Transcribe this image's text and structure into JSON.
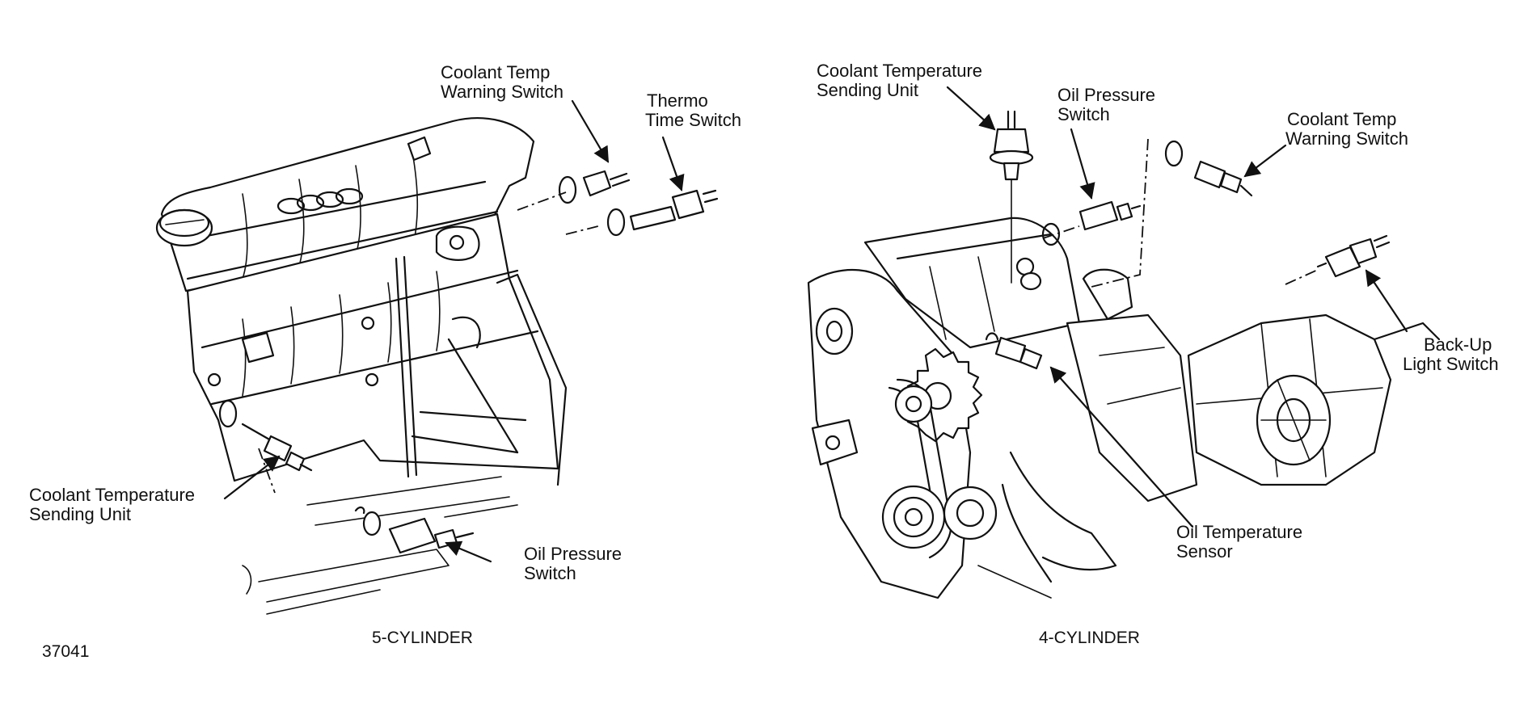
{
  "figure_id": "37041",
  "diagrams": [
    {
      "caption": "5-CYLINDER",
      "labels": [
        {
          "key": "coolant_temp_warning_switch",
          "lines": [
            "Coolant Temp",
            "Warning Switch"
          ]
        },
        {
          "key": "thermo_time_switch",
          "lines": [
            "Thermo",
            "Time Switch"
          ]
        },
        {
          "key": "coolant_temperature_sending_unit",
          "lines": [
            "Coolant Temperature",
            "Sending Unit"
          ]
        },
        {
          "key": "oil_pressure_switch",
          "lines": [
            "Oil Pressure",
            "Switch"
          ]
        }
      ]
    },
    {
      "caption": "4-CYLINDER",
      "labels": [
        {
          "key": "coolant_temperature_sending_unit",
          "lines": [
            "Coolant Temperature",
            "Sending Unit"
          ]
        },
        {
          "key": "oil_pressure_switch",
          "lines": [
            "Oil Pressure",
            "Switch"
          ]
        },
        {
          "key": "coolant_temp_warning_switch",
          "lines": [
            "Coolant Temp",
            "Warning Switch"
          ]
        },
        {
          "key": "back_up_light_switch",
          "lines": [
            "Back-Up",
            "Light Switch"
          ]
        },
        {
          "key": "oil_temperature_sensor",
          "lines": [
            "Oil Temperature",
            "Sensor"
          ]
        }
      ]
    }
  ]
}
